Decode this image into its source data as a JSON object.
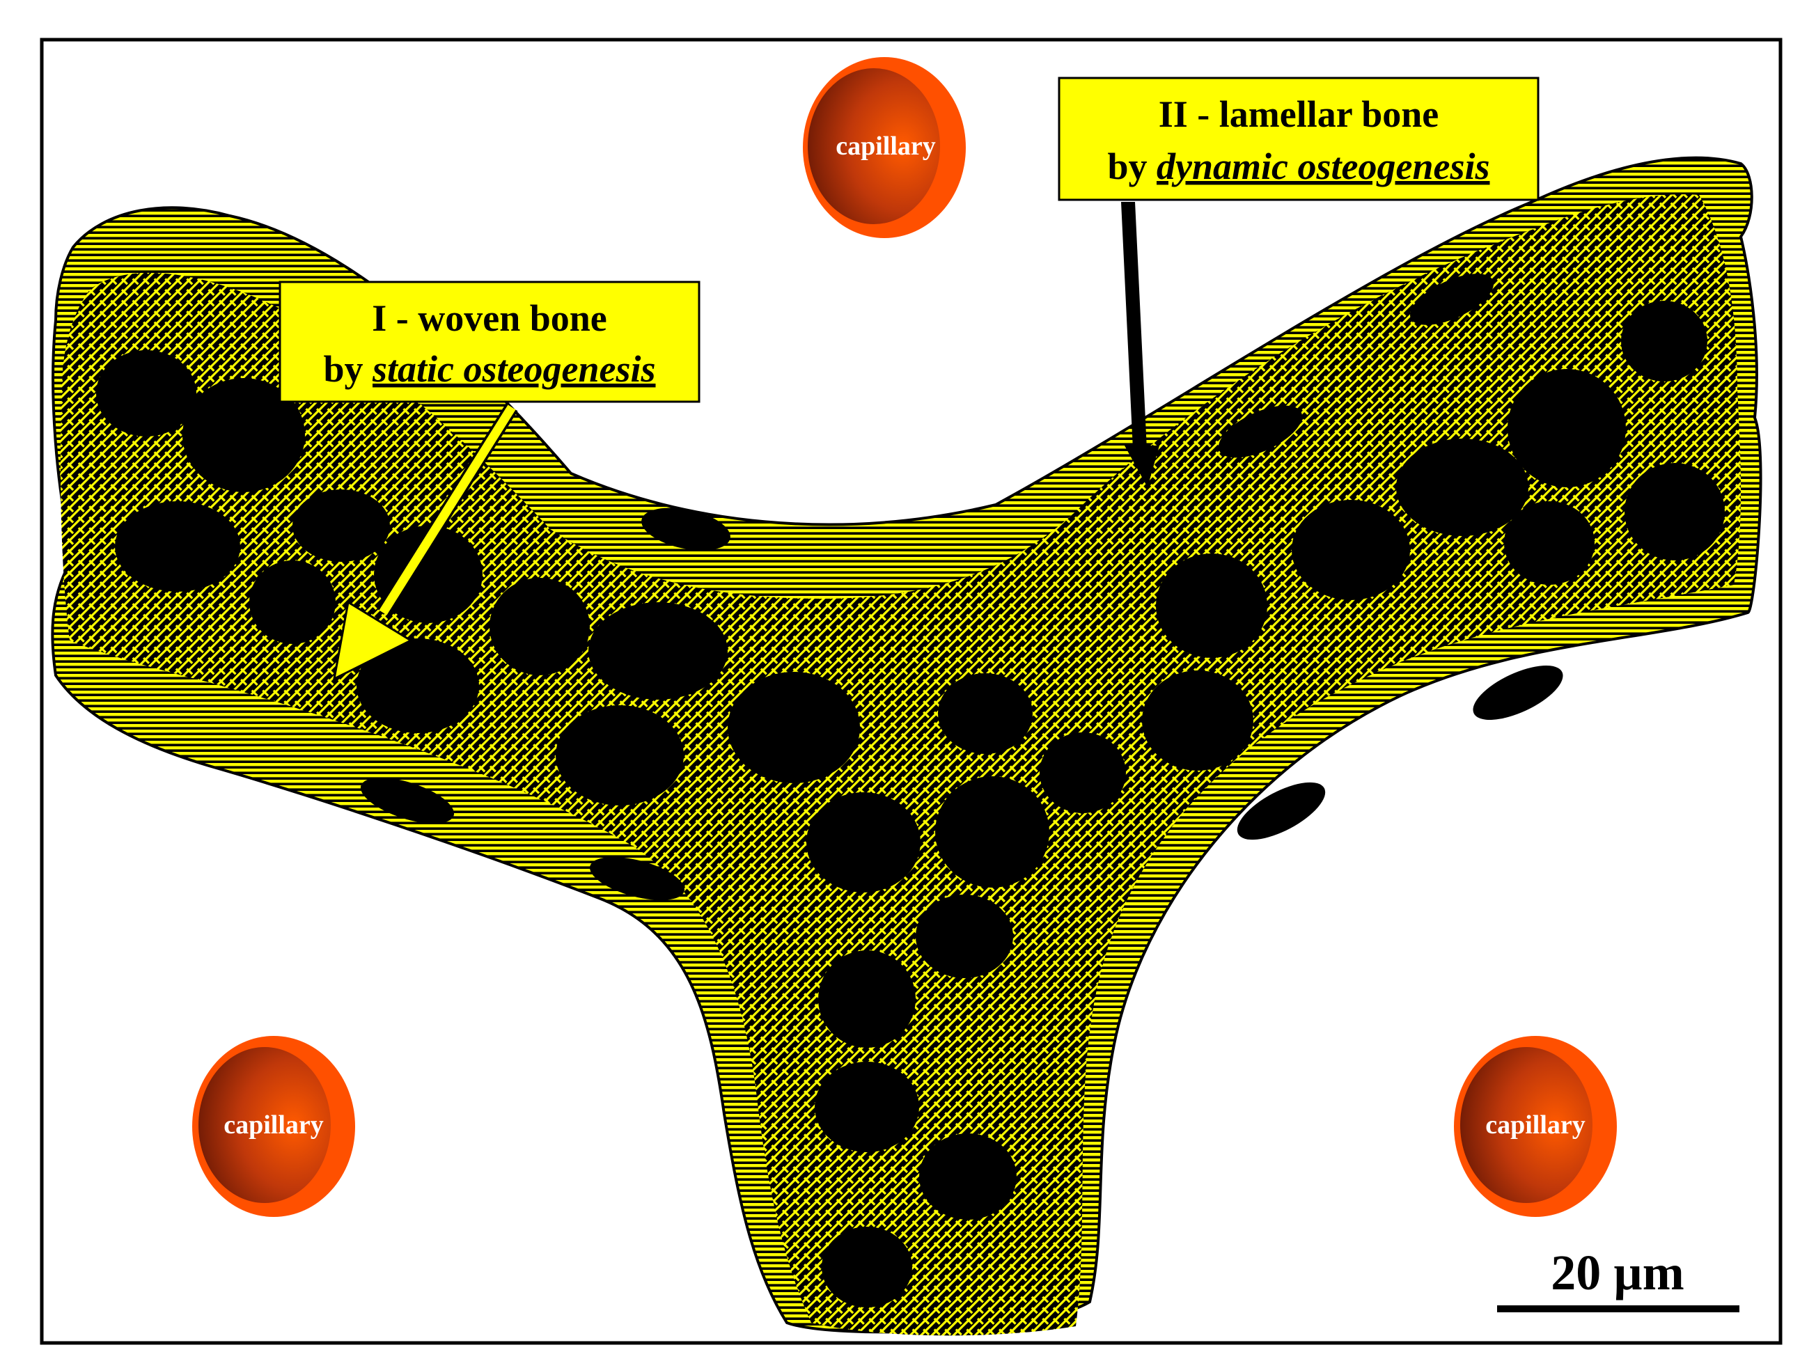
{
  "labels": {
    "woven": {
      "line1": "I - woven bone",
      "line2_prefix": "by ",
      "line2_em": "static osteogenesis"
    },
    "lamellar": {
      "line1": "II - lamellar bone",
      "line2_prefix": "by ",
      "line2_em": "dynamic osteogenesis"
    }
  },
  "capillaries": [
    {
      "label": "capillary"
    },
    {
      "label": "capillary"
    },
    {
      "label": "capillary"
    }
  ],
  "scale_bar": {
    "label": "20 µm"
  },
  "colors": {
    "bone_yellow": "#ffff00",
    "label_box": "#ffff00",
    "osteocyte": "#000000",
    "capillary_outer": "#ff5000",
    "capillary_inner": "#7a1e06",
    "woven_arrow": "#ffff00",
    "lamellar_arrow": "#000000"
  }
}
